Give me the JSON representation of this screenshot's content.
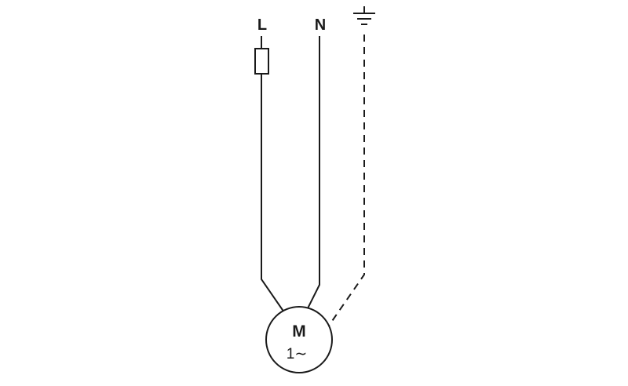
{
  "diagram": {
    "labels": {
      "line": "L",
      "neutral": "N",
      "motor": "M",
      "phase": "1∼"
    },
    "icons": {
      "fuse": "fuse-icon",
      "ground": "earth-ground-icon",
      "motor": "motor-circle-icon"
    },
    "colors": {
      "stroke": "#1a1a1a",
      "background": "#ffffff"
    }
  }
}
